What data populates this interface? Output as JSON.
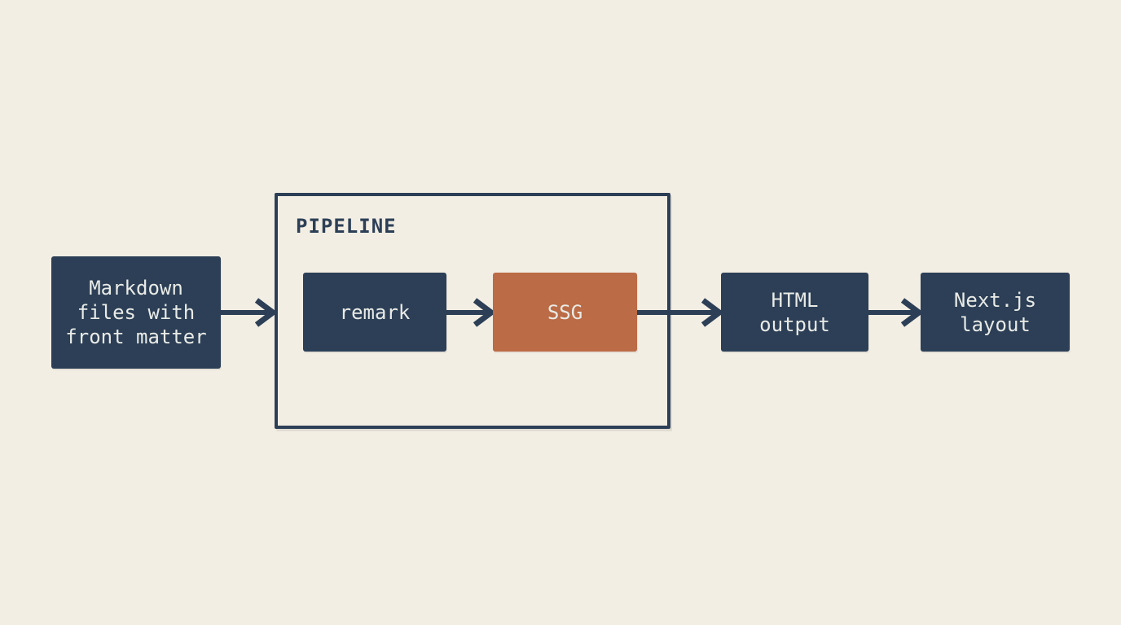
{
  "diagram": {
    "type": "flowchart",
    "group_label": "PIPELINE",
    "nodes": {
      "source": {
        "label": "Markdown files with front matter",
        "lines": [
          "Markdown",
          "files with",
          "front matter"
        ],
        "color": "#2c3f56"
      },
      "remark": {
        "label": "remark",
        "lines": [
          "remark"
        ],
        "color": "#2c3f56"
      },
      "ssg": {
        "label": "SSG",
        "lines": [
          "SSG"
        ],
        "color": "#bb6b45"
      },
      "html_output": {
        "label": "HTML output",
        "lines": [
          "HTML",
          "output"
        ],
        "color": "#2c3f56"
      },
      "nextjs_layout": {
        "label": "Next.js layout",
        "lines": [
          "Next.js",
          "layout"
        ],
        "color": "#2c3f56"
      }
    },
    "edges": [
      {
        "from": "source",
        "to": "pipeline"
      },
      {
        "from": "remark",
        "to": "ssg"
      },
      {
        "from": "ssg",
        "to": "html_output"
      },
      {
        "from": "html_output",
        "to": "nextjs_layout"
      }
    ],
    "colors": {
      "background": "#f3eee4",
      "box_navy": "#2c3f56",
      "box_orange": "#bb6b45",
      "box_text": "#e9ebe7",
      "arrow": "#2c3f56",
      "group_border": "#2c3f56",
      "group_label_text": "#2c3f56"
    }
  }
}
